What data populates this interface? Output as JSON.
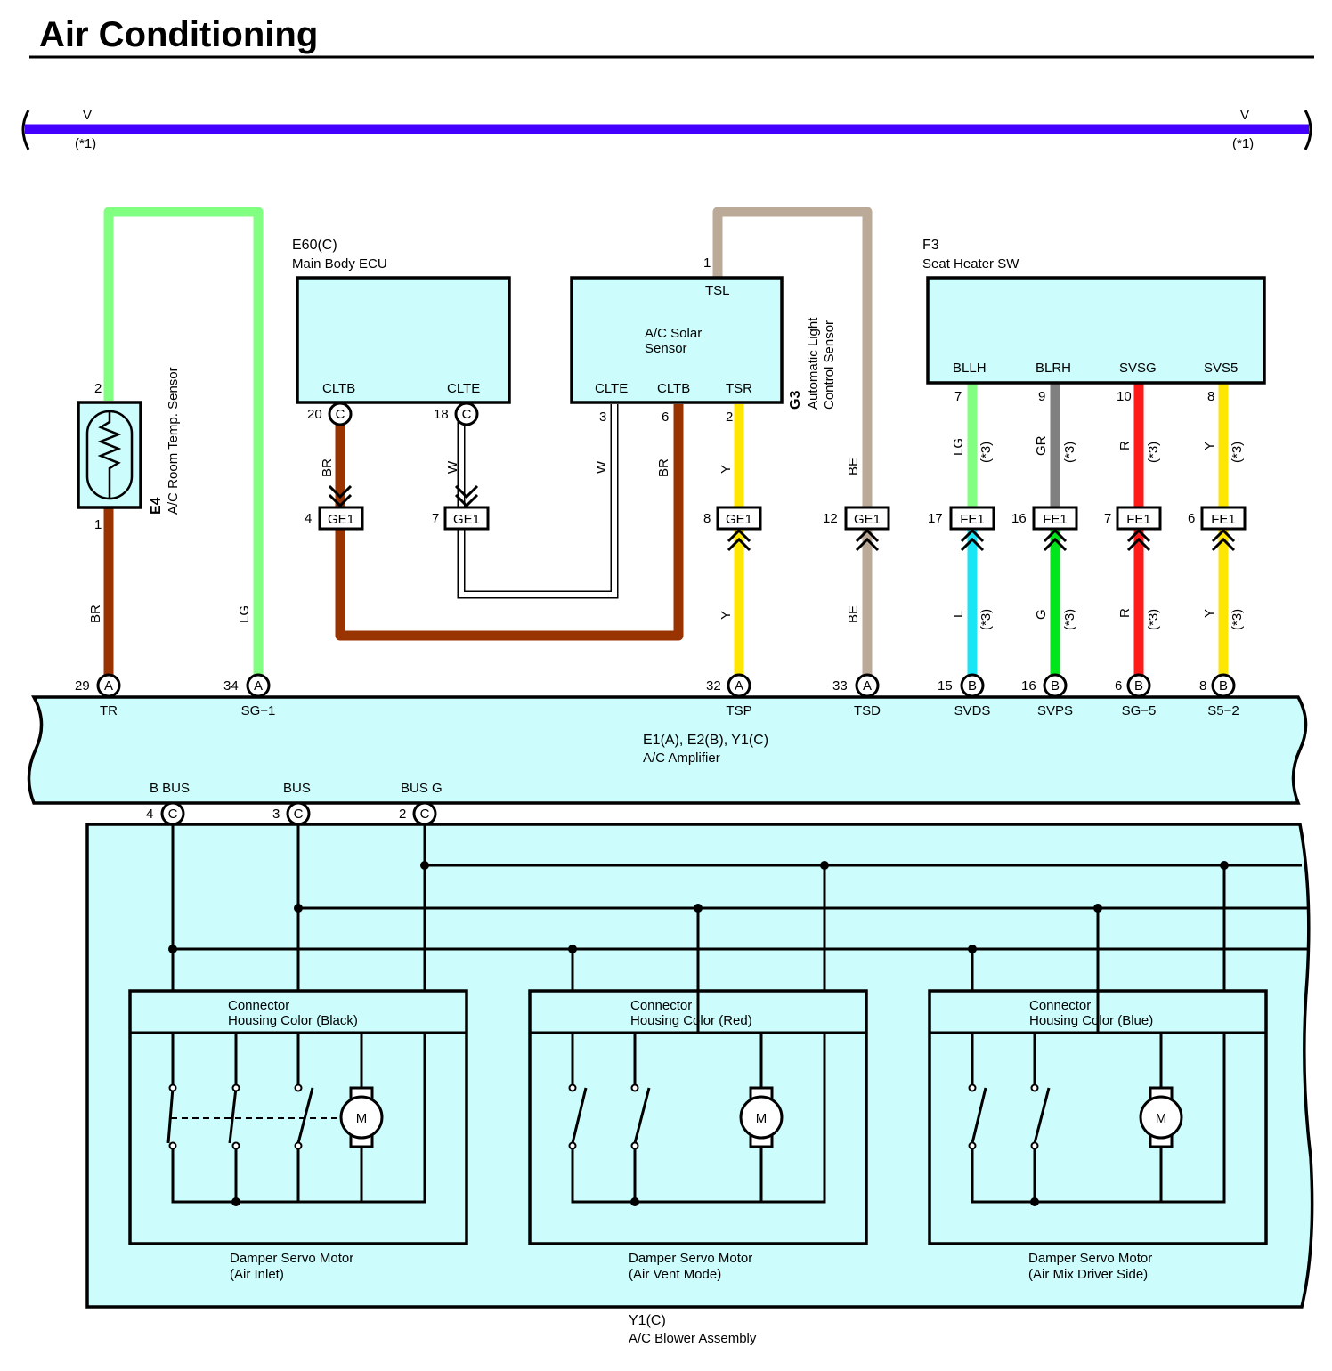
{
  "title": "Air Conditioning",
  "colors": {
    "V": "#4400ff",
    "LG": "#80ff80",
    "BR": "#993300",
    "W": "#ffffff",
    "Y": "#ffe600",
    "BE": "#bcaa98",
    "GR": "#808080",
    "R": "#ff1a1a",
    "L": "#1ae5f5",
    "G": "#00e61a",
    "box_fill": "#ccfcfc"
  },
  "bus_top": {
    "wire": "V",
    "note": "(*1)"
  },
  "components": {
    "E4": {
      "id": "E4",
      "name": "A/C Room Temp.  Sensor",
      "pin_top": "2",
      "pin_bottom": "1"
    },
    "E60": {
      "id": "E60(C)",
      "name": "Main Body ECU",
      "terminals": [
        "CLTB",
        "CLTE"
      ],
      "pins": [
        "20",
        "18"
      ],
      "connector": "C"
    },
    "G3": {
      "id": "G3",
      "name_line1": "Automatic Light",
      "name_line2": "Control Sensor",
      "inner_label_line1": "A/C Solar",
      "inner_label_line2": "Sensor",
      "terminals": [
        "TSL",
        "CLTE",
        "CLTB",
        "TSR"
      ],
      "pins": [
        "1",
        "3",
        "6",
        "2"
      ]
    },
    "F3": {
      "id": "F3",
      "name": "Seat Heater SW",
      "terminals": [
        "BLLH",
        "BLRH",
        "SVSG",
        "SVS5"
      ],
      "pins": [
        "7",
        "9",
        "10",
        "8"
      ]
    },
    "amplifier": {
      "id": "E1(A), E2(B), Y1(C)",
      "name": "A/C Amplifier",
      "top_terminals": [
        "TR",
        "SG−1",
        "TSP",
        "TSD",
        "SVDS",
        "SVPS",
        "SG−5",
        "S5−2"
      ],
      "top_pins": [
        "29",
        "34",
        "32",
        "33",
        "15",
        "16",
        "6",
        "8"
      ],
      "top_connectors": [
        "A",
        "A",
        "A",
        "A",
        "B",
        "B",
        "B",
        "B"
      ],
      "bottom_terminals": [
        "B BUS",
        "BUS",
        "BUS G"
      ],
      "bottom_pins": [
        "4",
        "3",
        "2"
      ],
      "bottom_connectors": [
        "C",
        "C",
        "C"
      ]
    },
    "blower": {
      "id": "Y1(C)",
      "name": "A/C Blower Assembly"
    }
  },
  "junctions": {
    "GE1": {
      "label": "GE1",
      "pins": [
        "4",
        "7",
        "8",
        "12"
      ]
    },
    "FE1": {
      "label": "FE1",
      "pins": [
        "17",
        "16",
        "7",
        "6"
      ]
    }
  },
  "wire_labels": {
    "e4_lower": "BR",
    "e4_right": "LG",
    "e60_left": "BR",
    "e60_right": "W",
    "g3_clte": "W",
    "g3_cltb": "BR",
    "g3_tsr": "Y",
    "g3_tsr_low": "Y",
    "g3_tsl": "BE",
    "g3_tsl_low": "BE",
    "f3_upper": [
      "LG",
      "GR",
      "R",
      "Y"
    ],
    "f3_lower": [
      "L",
      "G",
      "R",
      "Y"
    ],
    "note3": "(*3)"
  },
  "servos": [
    {
      "conn_line1": "Connector",
      "conn_line2": "Housing Color (Black)",
      "name_line1": "Damper Servo Motor",
      "name_line2": "(Air Inlet)",
      "motor": "M"
    },
    {
      "conn_line1": "Connector",
      "conn_line2": "Housing Color (Red)",
      "name_line1": "Damper Servo Motor",
      "name_line2": "(Air Vent Mode)",
      "motor": "M"
    },
    {
      "conn_line1": "Connector",
      "conn_line2": "Housing Color (Blue)",
      "name_line1": "Damper Servo Motor",
      "name_line2": "(Air Mix Driver Side)",
      "motor": "M"
    }
  ]
}
